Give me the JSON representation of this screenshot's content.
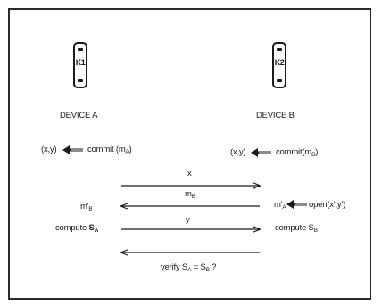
{
  "devices": {
    "a": {
      "key": "K1",
      "label": "DEVICE  A"
    },
    "b": {
      "key": "K2",
      "label": "DEVICE  B"
    }
  },
  "commits": {
    "a": {
      "pair": "(x,y)",
      "text": "commit (m",
      "sub": "A",
      "close": ")"
    },
    "b": {
      "pair": "(x,y)",
      "text": "commit(m",
      "sub": "B",
      "close": ")"
    }
  },
  "messages": {
    "x": "x",
    "mb": {
      "text": "m",
      "sub": "B"
    },
    "y": "y"
  },
  "left": {
    "mprime_b": {
      "text": "m'",
      "sub": "B"
    },
    "compute": {
      "text": "compute  ",
      "s": "S",
      "sub": "A"
    }
  },
  "right": {
    "open": {
      "text": "m'",
      "sub": "A",
      "rest": "open(x',y')"
    },
    "compute": {
      "text": "compute S",
      "sub": "B"
    }
  },
  "verify": {
    "text": "verify S",
    "sub1": "A",
    "mid": " = S",
    "sub2": "B",
    "end": " ?"
  }
}
